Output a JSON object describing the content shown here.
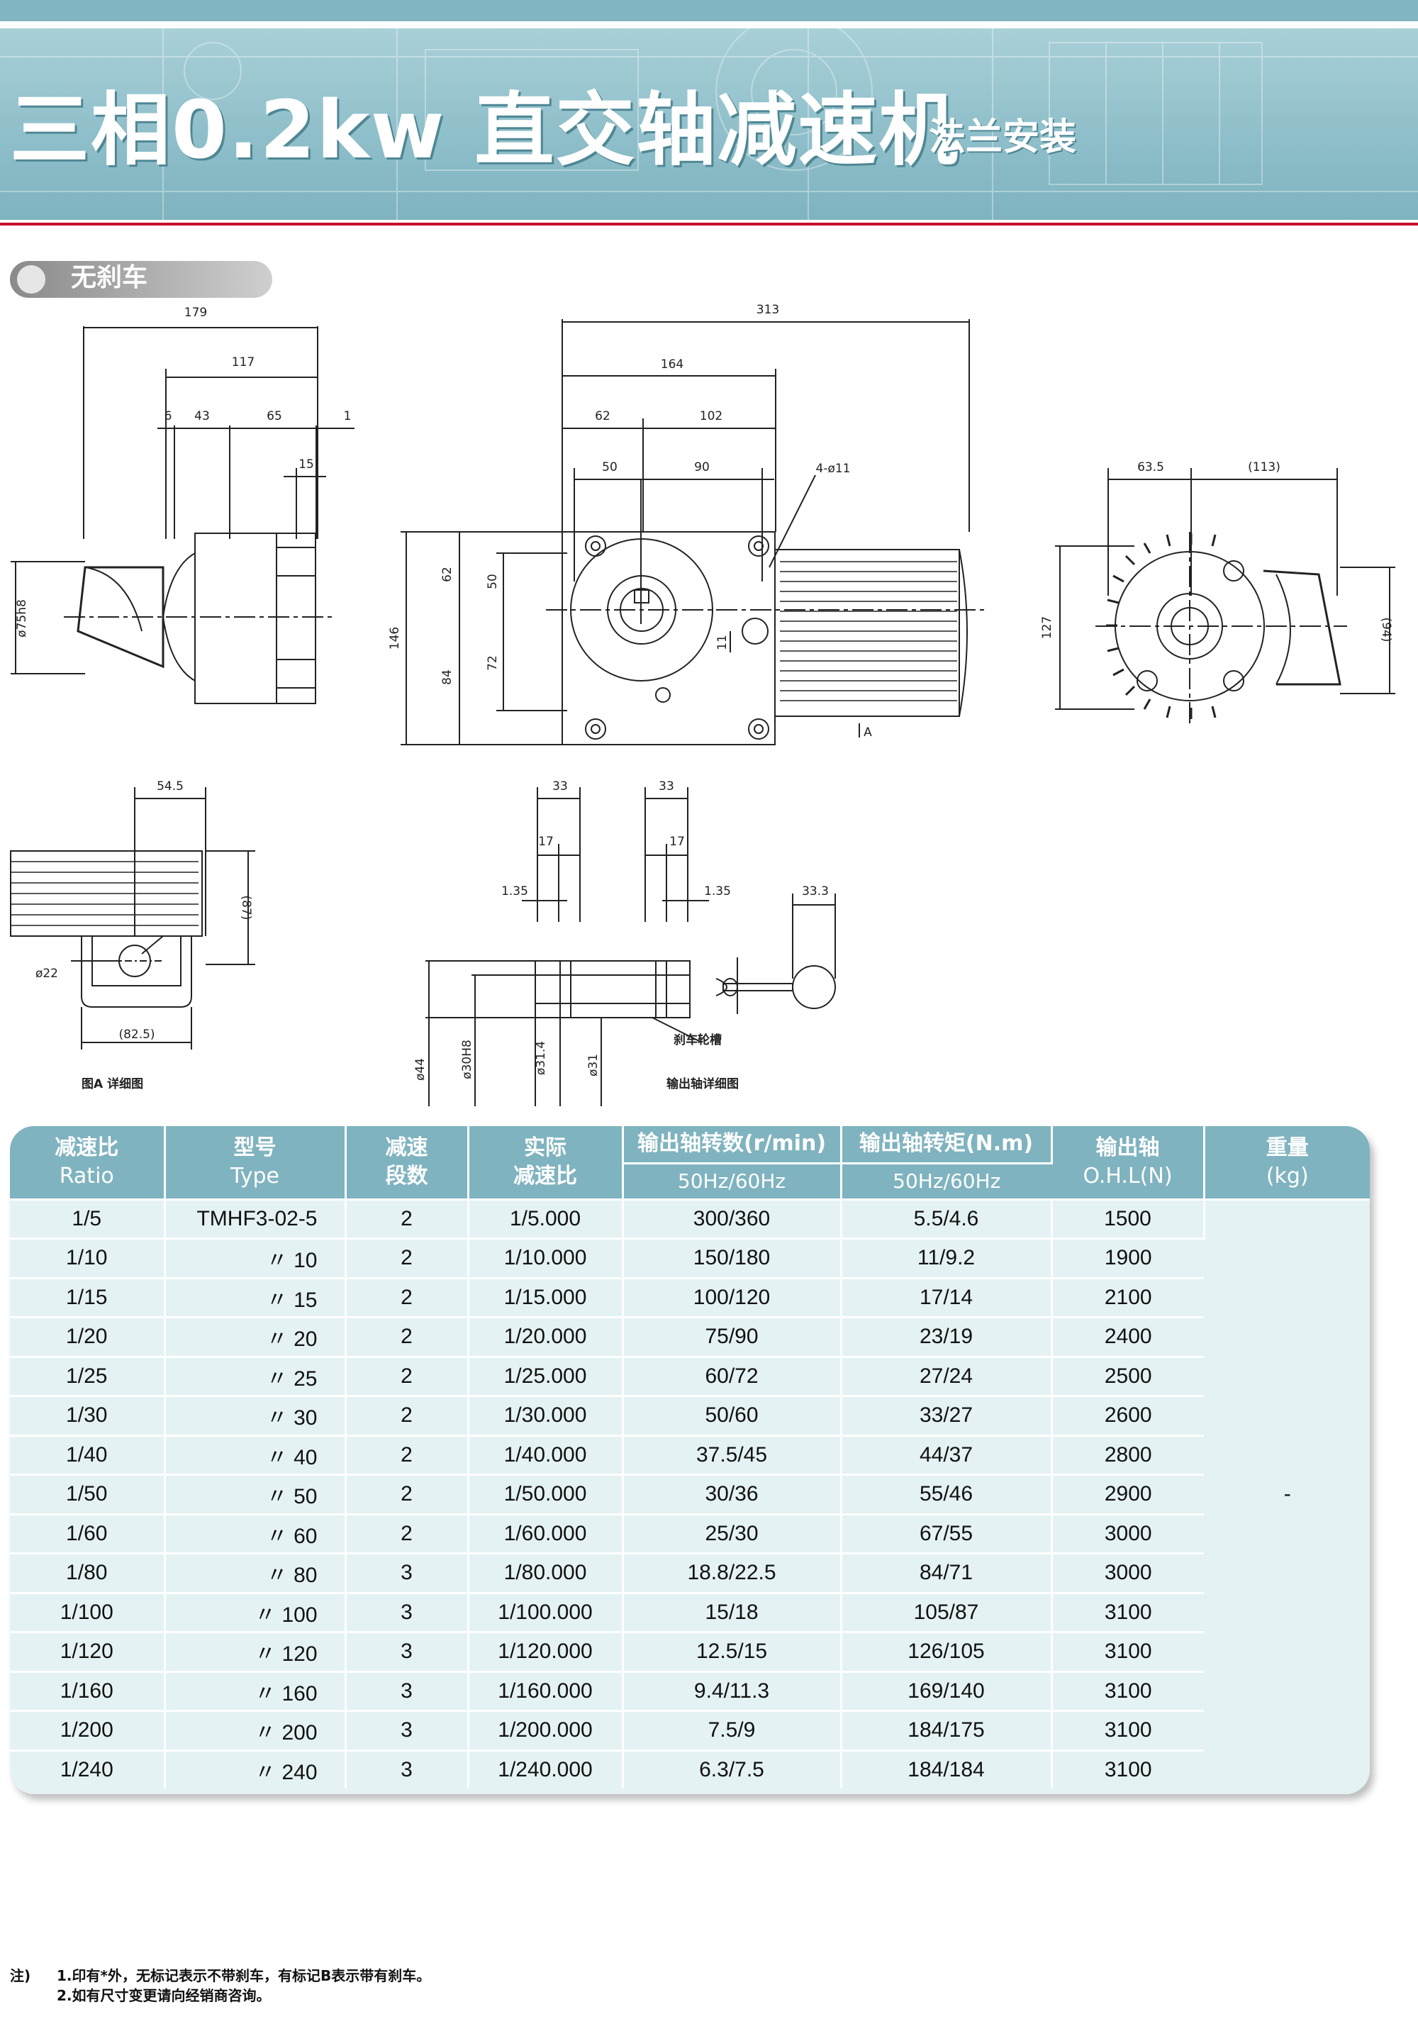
{
  "header": {
    "title": "三相0.2kw 直交轴减速机",
    "subtitle": "法兰安装"
  },
  "section": {
    "label": "无刹车"
  },
  "drawings": {
    "dimensions": {
      "d179": "179",
      "d117": "117",
      "d6": "6",
      "d43": "43",
      "d65": "65",
      "d1": "1",
      "d15": "15",
      "d75h8": "ø75h8",
      "d313": "313",
      "d164": "164",
      "d62": "62",
      "d102": "102",
      "d50": "50",
      "d90": "90",
      "d4x11": "4-ø11",
      "d146": "146",
      "d62v": "62",
      "d84": "84",
      "d50v": "50",
      "d72": "72",
      "d11": "11",
      "arrowA": "A",
      "d63_5": "63.5",
      "d113": "(113)",
      "d127": "127",
      "d94": "(94)",
      "d54_5": "54.5",
      "d87": "(87)",
      "d22": "ø22",
      "d82_5": "(82.5)",
      "d33a": "33",
      "d33b": "33",
      "d17a": "17",
      "d17b": "17",
      "d1_35a": "1.35",
      "d1_35b": "1.35",
      "d33_3": "33.3",
      "d44": "ø44",
      "d30h8": "ø30H8",
      "d31_4": "ø31.4",
      "d31": "ø31",
      "groove": "刹车轮槽"
    },
    "captions": {
      "detail_a": "图A 详细图",
      "shaft_detail": "输出轴详细图"
    }
  },
  "table": {
    "headers": {
      "ratio_cn": "减速比",
      "ratio_en": "Ratio",
      "type_cn": "型号",
      "type_en": "Type",
      "stages_1": "减速",
      "stages_2": "段数",
      "actual_1": "实际",
      "actual_2": "减速比",
      "speed": "输出轴转数(r/min)",
      "speed_sub": "50Hz/60Hz",
      "torque": "输出轴转矩(N.m)",
      "torque_sub": "50Hz/60Hz",
      "ohl_1": "输出轴",
      "ohl_2": "O.H.L(N)",
      "weight_1": "重量",
      "weight_2": "(kg)"
    },
    "weight_value": "-",
    "rows": [
      {
        "ratio": "1/5",
        "type": "TMHF3-02-5",
        "stages": "2",
        "actual": "1/5.000",
        "speed": "300/360",
        "torque": "5.5/4.6",
        "ohl": "1500"
      },
      {
        "ratio": "1/10",
        "type": "〃 10",
        "stages": "2",
        "actual": "1/10.000",
        "speed": "150/180",
        "torque": "11/9.2",
        "ohl": "1900"
      },
      {
        "ratio": "1/15",
        "type": "〃 15",
        "stages": "2",
        "actual": "1/15.000",
        "speed": "100/120",
        "torque": "17/14",
        "ohl": "2100"
      },
      {
        "ratio": "1/20",
        "type": "〃 20",
        "stages": "2",
        "actual": "1/20.000",
        "speed": "75/90",
        "torque": "23/19",
        "ohl": "2400"
      },
      {
        "ratio": "1/25",
        "type": "〃 25",
        "stages": "2",
        "actual": "1/25.000",
        "speed": "60/72",
        "torque": "27/24",
        "ohl": "2500"
      },
      {
        "ratio": "1/30",
        "type": "〃 30",
        "stages": "2",
        "actual": "1/30.000",
        "speed": "50/60",
        "torque": "33/27",
        "ohl": "2600"
      },
      {
        "ratio": "1/40",
        "type": "〃 40",
        "stages": "2",
        "actual": "1/40.000",
        "speed": "37.5/45",
        "torque": "44/37",
        "ohl": "2800"
      },
      {
        "ratio": "1/50",
        "type": "〃 50",
        "stages": "2",
        "actual": "1/50.000",
        "speed": "30/36",
        "torque": "55/46",
        "ohl": "2900"
      },
      {
        "ratio": "1/60",
        "type": "〃 60",
        "stages": "2",
        "actual": "1/60.000",
        "speed": "25/30",
        "torque": "67/55",
        "ohl": "3000"
      },
      {
        "ratio": "1/80",
        "type": "〃 80",
        "stages": "3",
        "actual": "1/80.000",
        "speed": "18.8/22.5",
        "torque": "84/71",
        "ohl": "3000"
      },
      {
        "ratio": "1/100",
        "type": "〃 100",
        "stages": "3",
        "actual": "1/100.000",
        "speed": "15/18",
        "torque": "105/87",
        "ohl": "3100"
      },
      {
        "ratio": "1/120",
        "type": "〃 120",
        "stages": "3",
        "actual": "1/120.000",
        "speed": "12.5/15",
        "torque": "126/105",
        "ohl": "3100"
      },
      {
        "ratio": "1/160",
        "type": "〃 160",
        "stages": "3",
        "actual": "1/160.000",
        "speed": "9.4/11.3",
        "torque": "169/140",
        "ohl": "3100"
      },
      {
        "ratio": "1/200",
        "type": "〃 200",
        "stages": "3",
        "actual": "1/200.000",
        "speed": "7.5/9",
        "torque": "184/175",
        "ohl": "3100"
      },
      {
        "ratio": "1/240",
        "type": "〃 240",
        "stages": "3",
        "actual": "1/240.000",
        "speed": "6.3/7.5",
        "torque": "184/184",
        "ohl": "3100"
      }
    ]
  },
  "notes": {
    "label": "注)",
    "line1": "1.印有*外，无标记表示不带刹车，有标记B表示带有刹车。",
    "line2": "2.如有尺寸变更请向经销商咨询。"
  }
}
